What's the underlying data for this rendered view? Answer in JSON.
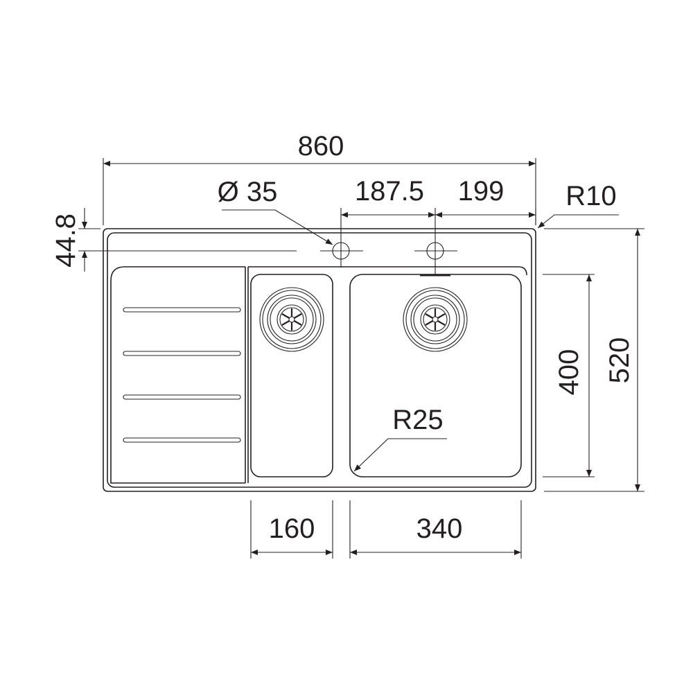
{
  "dimensions": {
    "overall_width": "860",
    "tap_hole_diameter": "Ø 35",
    "tap_hole_spacing": "187.5",
    "tap_hole_to_edge": "199",
    "corner_radius_outer": "R10",
    "ledge_depth": "44.8",
    "overall_depth": "520",
    "bowl_depth": "400",
    "small_bowl_width": "160",
    "large_bowl_width": "340",
    "bowl_corner_radius": "R25"
  },
  "colors": {
    "line": "#231f20",
    "background": "#ffffff"
  }
}
